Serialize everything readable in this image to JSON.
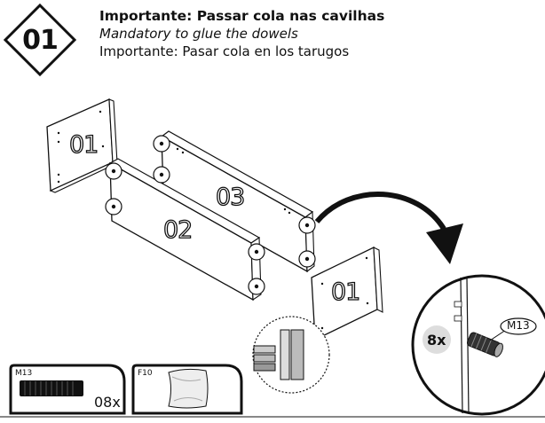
{
  "step": {
    "number": "01"
  },
  "header": {
    "line_pt": "Importante: Passar cola nas cavilhas",
    "line_en": "Mandatory to glue the dowels",
    "line_es": "Importante: Pasar cola en los tarugos"
  },
  "panels": {
    "p01_top": "01",
    "p02": "02",
    "p03": "03",
    "p01_right": "01"
  },
  "detail": {
    "count": "8x",
    "part_tag": "M13"
  },
  "hardware": [
    {
      "code": "M13",
      "quantity": "08x"
    },
    {
      "code": "F10"
    }
  ]
}
